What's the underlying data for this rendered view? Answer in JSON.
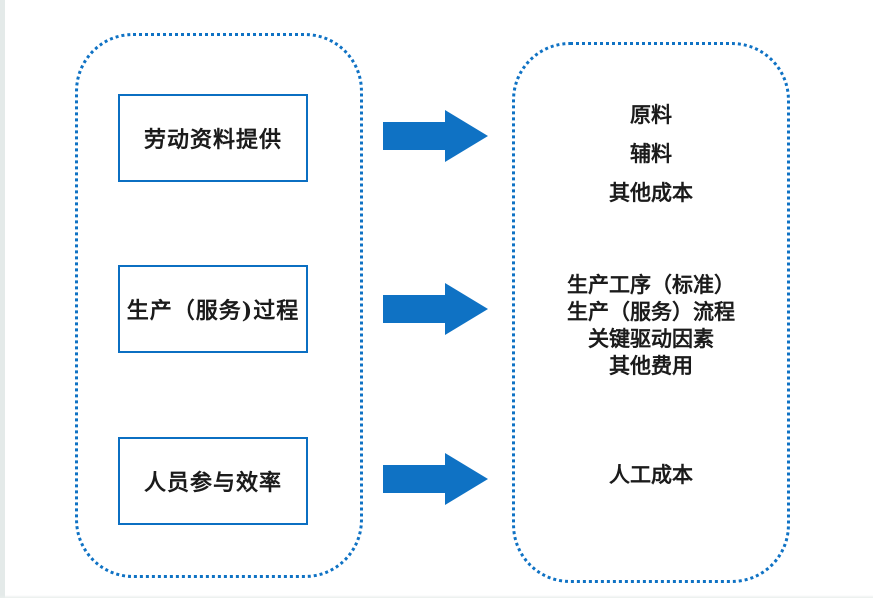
{
  "left_panel": {
    "boxes": [
      {
        "label": "劳动资料提供"
      },
      {
        "label": "生产（服务)过程"
      },
      {
        "label": "人员参与效率"
      }
    ]
  },
  "right_panel": {
    "groups": [
      {
        "lines": [
          "原料",
          "辅料",
          "其他成本"
        ]
      },
      {
        "lines": [
          "生产工序（标准）",
          "生产（服务）流程",
          "关键驱动因素",
          "其他费用"
        ]
      },
      {
        "lines": [
          "人工成本"
        ]
      }
    ]
  },
  "icons": {
    "arrow": "right-arrow-icon"
  },
  "colors": {
    "accent_blue": "#0f72c4",
    "box_border_blue": "#0b6fc2",
    "text": "#1b1b1b",
    "page_edge": "#e4eae9"
  }
}
